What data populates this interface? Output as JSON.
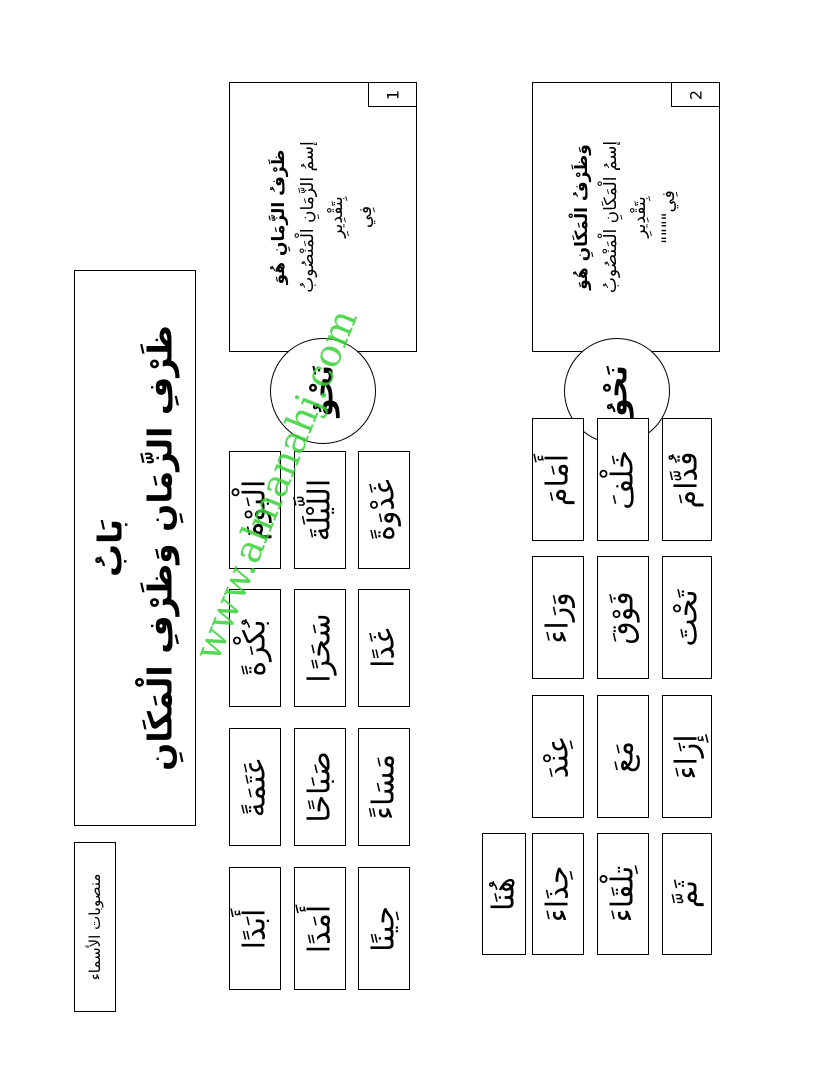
{
  "label": "منصوبات الأسماء",
  "title": {
    "line1": "بَابُ",
    "line2": "ظَرْفِ الزَّمَانِ وَظَرْفِ الْمَكَانِ"
  },
  "section1": {
    "number": "1",
    "line1": "ظَرْفُ الزَّمَانِ هُوَ",
    "line2": "إسمُ الزَّمَانِ الْمَنْصُوبُ بِتَقْدِيرِ",
    "line3": "فِي",
    "circle": "نَحْوُ",
    "words": [
      "الْيَوْمَ",
      "بُكْرَةً",
      "عَتَمَةً",
      "أَبَدًا",
      "اللَّيْلَةَ",
      "سَحَرًا",
      "صَبَاحًا",
      "أَمَدًا",
      "غَدْوَةً",
      "غَدًا",
      "مَسَاءً",
      "حِينًا"
    ]
  },
  "section2": {
    "number": "2",
    "line1": "وَظَرْفُ الْمَكَانِ هُوَ",
    "line2": "إسمُ الْمَكَانِ الْمَنْصُوبُ بِتَقْدِيرِ",
    "line3": "فِي\"\"\"\"",
    "circle": "نَحْوُ",
    "words": [
      "هُنَا",
      "أَمَامَ",
      "وَرَاءَ",
      "عِنْدَ",
      "حِذَاءَ",
      "خَلْفَ",
      "فَوْقَ",
      "مَعَ",
      "تِلْقَاءَ",
      "قُدَّامَ",
      "تَحْتَ",
      "إِزَاءَ",
      "ثَمَّ"
    ]
  },
  "watermark": "www.almanahj.com"
}
